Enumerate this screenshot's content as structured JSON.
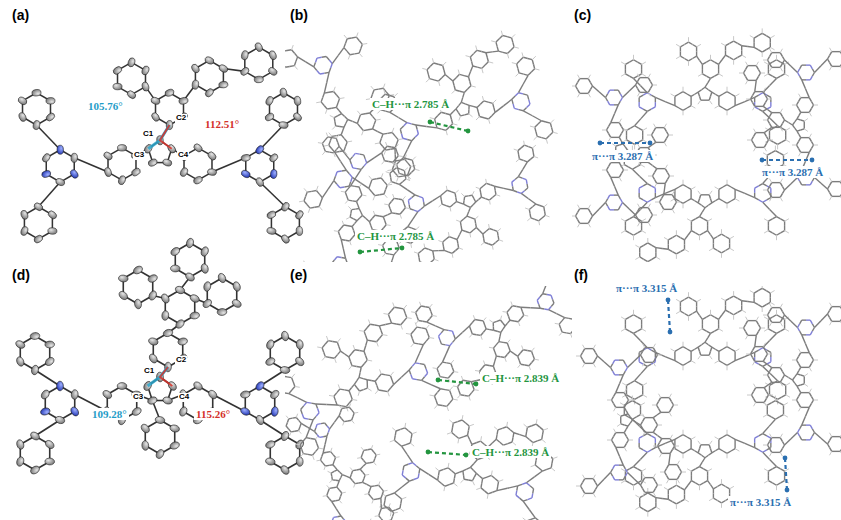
{
  "diagram": {
    "labels": [
      "(a)",
      "105.76°",
      "C2",
      "C1",
      "C3",
      "C4",
      "112.51°",
      "(b)",
      "C–H···π 2.785 Å",
      "C–H···π 2.785 Å",
      "(c)",
      "π···π 3.287 Å",
      "π···π 3.287 Å",
      "(d)",
      "109.28°",
      "C2",
      "C1",
      "C3",
      "C4",
      "115.26°",
      "(e)",
      "C–H···π 2.839 Å",
      "C–H···π 2.839 Å",
      "(f)",
      "π···π 3.315 Å",
      "π···π 3.315 Å"
    ]
  }
}
